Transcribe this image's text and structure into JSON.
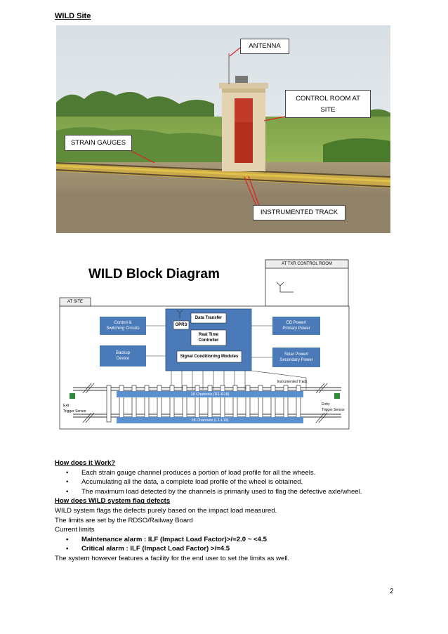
{
  "page": {
    "title": "WILD Site",
    "page_number": "2"
  },
  "photo": {
    "callouts": {
      "antenna": "ANTENNA",
      "control_room_line1": "CONTROL ROOM AT",
      "control_room_line2": "SITE",
      "strain_gauges": "STRAIN GAUGES",
      "instrumented_track": "INSTRUMENTED TRACK"
    }
  },
  "diagram": {
    "title": "WILD Block Diagram",
    "at_txr": "AT TXR CONTROL ROOM",
    "at_site": "AT SITE",
    "control_line1": "Control &",
    "control_line2": "Switching Circuits",
    "backup_line1": "Backup",
    "backup_line2": "Device",
    "gprs": "GPRS",
    "data_transfer": "Data Transfer",
    "rt_line1": "Real Time",
    "rt_line2": "Controller",
    "signal": "Signal Conditioning Modules",
    "eb_line1": "EB Power/",
    "eb_line2": "Primary Power",
    "solar_line1": "Solar Power/",
    "solar_line2": "Secondary Power",
    "instrumented_track": "Instrumented Track",
    "channels_top": "18 Channels (R1-R18)",
    "channels_bottom": "18 Channels (L1-L18)",
    "exit_line1": "Exit",
    "exit_line2": "Trigger Sensor",
    "entry_line1": "Entry",
    "entry_line2": "Trigger Sensor"
  },
  "text": {
    "how_heading": "How does it Work?",
    "how_bullets": [
      "Each strain gauge channel produces a portion of load profile for all the wheels.",
      "Accumulating  all the data, a complete load profile of the wheel is obtained.",
      "The  maximum  load detected  by the channels  is primarily used to flag the defective axle/wheel."
    ],
    "flag_heading": "How does WILD system flag defects",
    "flag_line1": "WILD system flags the defects purely based on the impact load measured.",
    "flag_line2": "The limits are set by the RDSO/Railway Board",
    "flag_line3": "Current limits",
    "limit_bullets": [
      "Maintenance  alarm :  ILF (Impact Load Factor)>/=2.0  ~ <4.5",
      "Critical  alarm  : ILF (Impact Load Factor)  >/=4.5"
    ],
    "closing": "The system however features a facility for the end user to set the limits as well."
  },
  "colors": {
    "module_blue": "#4a7ab8",
    "channel_blue": "#5b8fd0",
    "sensor_green": "#2e8b3a"
  }
}
